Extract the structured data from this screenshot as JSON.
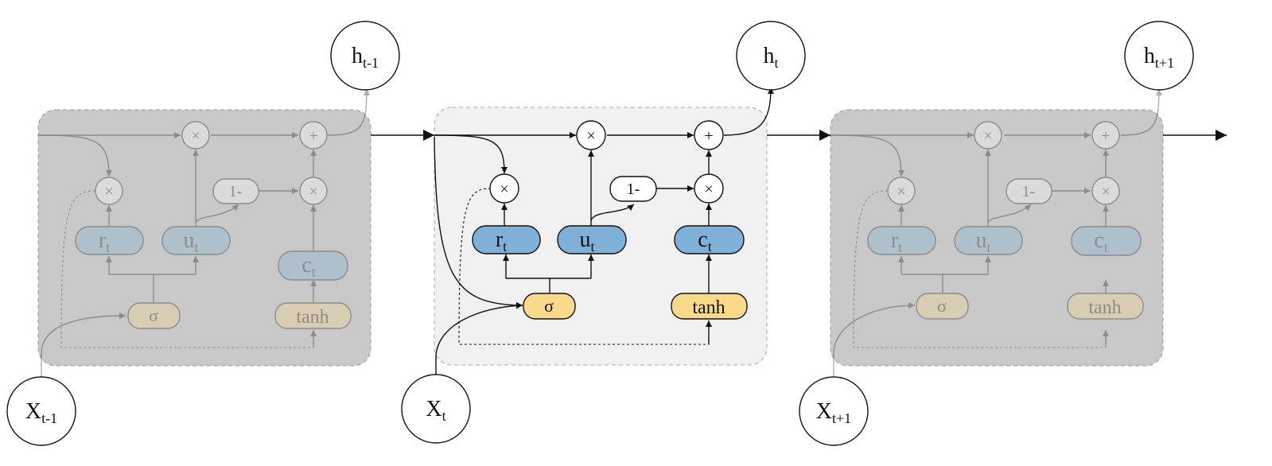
{
  "cells": [
    {
      "id": "prev",
      "faded": true,
      "input": {
        "base": "X",
        "sub": "t-1"
      },
      "output": {
        "base": "h",
        "sub": "t-1"
      },
      "gates": {
        "r": {
          "base": "r",
          "sub": "t"
        },
        "u": {
          "base": "u",
          "sub": "t"
        },
        "c": {
          "base": "c",
          "sub": "t"
        },
        "sigma": "σ",
        "tanh": "tanh",
        "one_minus": "1-",
        "mult": "×",
        "plus": "+"
      }
    },
    {
      "id": "curr",
      "faded": false,
      "input": {
        "base": "X",
        "sub": "t"
      },
      "output": {
        "base": "h",
        "sub": "t"
      },
      "gates": {
        "r": {
          "base": "r",
          "sub": "t"
        },
        "u": {
          "base": "u",
          "sub": "t"
        },
        "c": {
          "base": "c",
          "sub": "t"
        },
        "sigma": "σ",
        "tanh": "tanh",
        "one_minus": "1-",
        "mult": "×",
        "plus": "+"
      }
    },
    {
      "id": "next",
      "faded": true,
      "input": {
        "base": "X",
        "sub": "t+1"
      },
      "output": {
        "base": "h",
        "sub": "t+1"
      },
      "gates": {
        "r": {
          "base": "r",
          "sub": "t"
        },
        "u": {
          "base": "u",
          "sub": "t"
        },
        "c": {
          "base": "c",
          "sub": "t"
        },
        "sigma": "σ",
        "tanh": "tanh",
        "one_minus": "1-",
        "mult": "×",
        "plus": "+"
      }
    }
  ],
  "colors": {
    "gate_blue": "#7fb0d8",
    "gate_yellow": "#fbd98a",
    "cell_active_bg": "#f0f0f0",
    "cell_faded_bg": "#c8c8c8"
  }
}
